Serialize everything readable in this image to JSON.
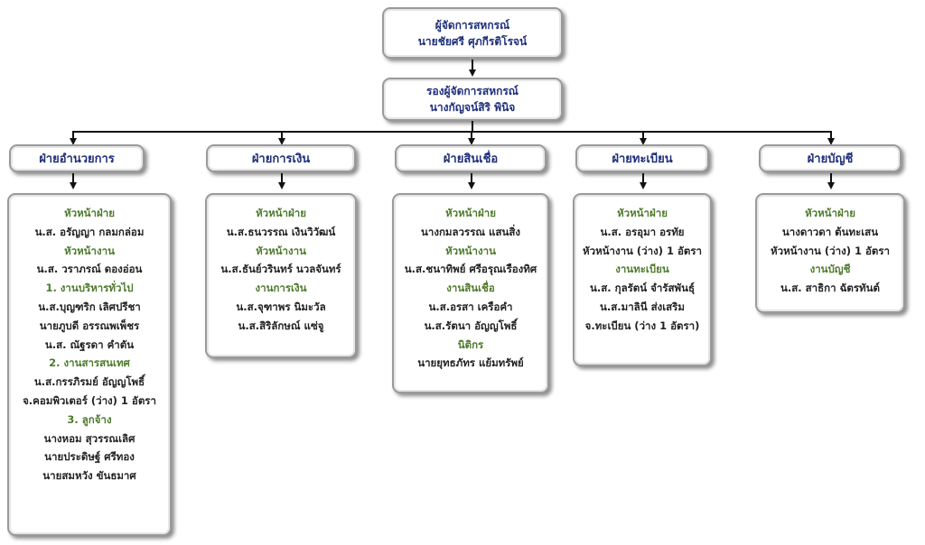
{
  "manager": {
    "title": "ผู้จัดการสหกรณ์",
    "name": "นายชัยศรี ศุภกีรติโรจน์"
  },
  "deputy": {
    "title": "รองผู้จัดการสหกรณ์",
    "name": "นางกัญจน์สิริ พินิจ"
  },
  "departments": [
    {
      "name": "ฝ่ายอำนวยการ",
      "lines": [
        {
          "style": "label",
          "text": "หัวหน้าฝ่าย"
        },
        {
          "style": "text",
          "text": "น.ส. อรัญญา กลมกล่อม"
        },
        {
          "style": "label",
          "text": "หัวหน้างาน"
        },
        {
          "style": "text",
          "text": "น.ส. วราภรณ์ ดองอ่อน"
        },
        {
          "style": "label",
          "text": "1. งานบริหารทั่วไป"
        },
        {
          "style": "text",
          "text": "น.ส.บุญฑริก เลิศปรีชา"
        },
        {
          "style": "text",
          "text": "นายภูบดี อรรณพเพ็ชร"
        },
        {
          "style": "text",
          "text": "น.ส. ณัฐรดา คำตัน"
        },
        {
          "style": "label",
          "text": "2. งานสารสนเทศ"
        },
        {
          "style": "text",
          "text": "น.ส.กรรภิรมย์ อัญญโพธิ์"
        },
        {
          "style": "text",
          "text": "จ.คอมพิวเตอร์ (ว่าง) 1 อัตรา"
        },
        {
          "style": "label",
          "text": "3. ลูกจ้าง"
        },
        {
          "style": "text",
          "text": "นางหอม สุวรรณเลิศ"
        },
        {
          "style": "text",
          "text": "นายประดิษฐ์ ศรีทอง"
        },
        {
          "style": "text",
          "text": "นายสมหวัง ขันธมาศ"
        }
      ]
    },
    {
      "name": "ฝ่ายการเงิน",
      "lines": [
        {
          "style": "label",
          "text": "หัวหน้าฝ่าย"
        },
        {
          "style": "text",
          "text": "น.ส.ธนวรรณ เงินวิวัฒน์"
        },
        {
          "style": "label",
          "text": "หัวหน้างาน"
        },
        {
          "style": "text",
          "text": "น.ส.ธันย์วรินทร์ นวลจันทร์"
        },
        {
          "style": "label",
          "text": "งานการเงิน"
        },
        {
          "style": "text",
          "text": "น.ส.จุฑาพร นิมะวัล"
        },
        {
          "style": "text",
          "text": "น.ส.สิริลักษณ์  แซ่จู"
        }
      ]
    },
    {
      "name": "ฝ่ายสินเชื่อ",
      "lines": [
        {
          "style": "label",
          "text": "หัวหน้าฝ่าย"
        },
        {
          "style": "text",
          "text": "นางกมลวรรณ แสนสิ่ง"
        },
        {
          "style": "label",
          "text": "หัวหน้างาน"
        },
        {
          "style": "text",
          "text": "น.ส.ชนาทิพย์ ศรีอรุณเรืองทิศ"
        },
        {
          "style": "label",
          "text": "งานสินเชื่อ"
        },
        {
          "style": "text",
          "text": "น.ส.อรสา เครือคำ"
        },
        {
          "style": "text",
          "text": "น.ส.รัตนา อัญญโพธิ์"
        },
        {
          "style": "label",
          "text": "นิติกร"
        },
        {
          "style": "text",
          "text": "นายยุทธภัทร แย้มทรัพย์"
        }
      ]
    },
    {
      "name": "ฝ่ายทะเบียน",
      "lines": [
        {
          "style": "label",
          "text": "หัวหน้าฝ่าย"
        },
        {
          "style": "text",
          "text": "น.ส. อรอุมา อรทัย"
        },
        {
          "style": "text",
          "text": "หัวหน้างาน (ว่าง) 1 อัตรา"
        },
        {
          "style": "label",
          "text": "งานทะเบียน"
        },
        {
          "style": "text",
          "text": "น.ส. กุลรัตน์ จำรัสพันธุ์"
        },
        {
          "style": "text",
          "text": "น.ส.มาลินี ส่งเสริม"
        },
        {
          "style": "text",
          "text": "จ.ทะเบียน (ว่าง 1 อัตรา)"
        }
      ]
    },
    {
      "name": "ฝ่ายบัญชี",
      "lines": [
        {
          "style": "label",
          "text": "หัวหน้าฝ่าย"
        },
        {
          "style": "text",
          "text": "นางดาวดา ต้นทะเสน"
        },
        {
          "style": "text",
          "text": "หัวหน้างาน (ว่าง) 1 อัตรา"
        },
        {
          "style": "label",
          "text": "งานบัญชี"
        },
        {
          "style": "text",
          "text": "น.ส. สาธิกา ฉัตรทันต์"
        }
      ]
    }
  ]
}
